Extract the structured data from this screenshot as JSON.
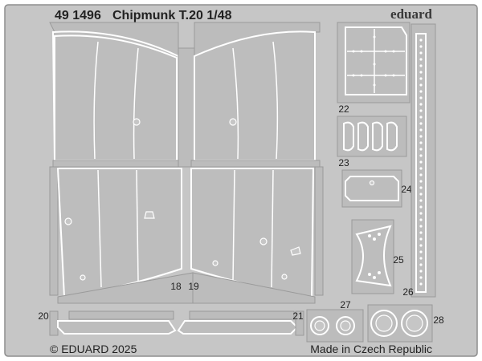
{
  "header": {
    "code": "49 1496",
    "title": "Chipmunk T.20 1/48",
    "brand": "eduard"
  },
  "footer": {
    "copyright": "© EDUARD 2025",
    "origin": "Made in Czech Republic"
  },
  "part_numbers": {
    "p18": "18",
    "p19": "19",
    "p20": "20",
    "p21": "21",
    "p22": "22",
    "p23": "23",
    "p24": "24",
    "p25": "25",
    "p26": "26",
    "p27": "27",
    "p28": "28"
  },
  "colors": {
    "fret_fill": "#c6c6c6",
    "fret_edge": "#8a8a8a",
    "part_fill": "#bdbdbd",
    "part_edge": "#ffffff",
    "text": "#222222"
  }
}
